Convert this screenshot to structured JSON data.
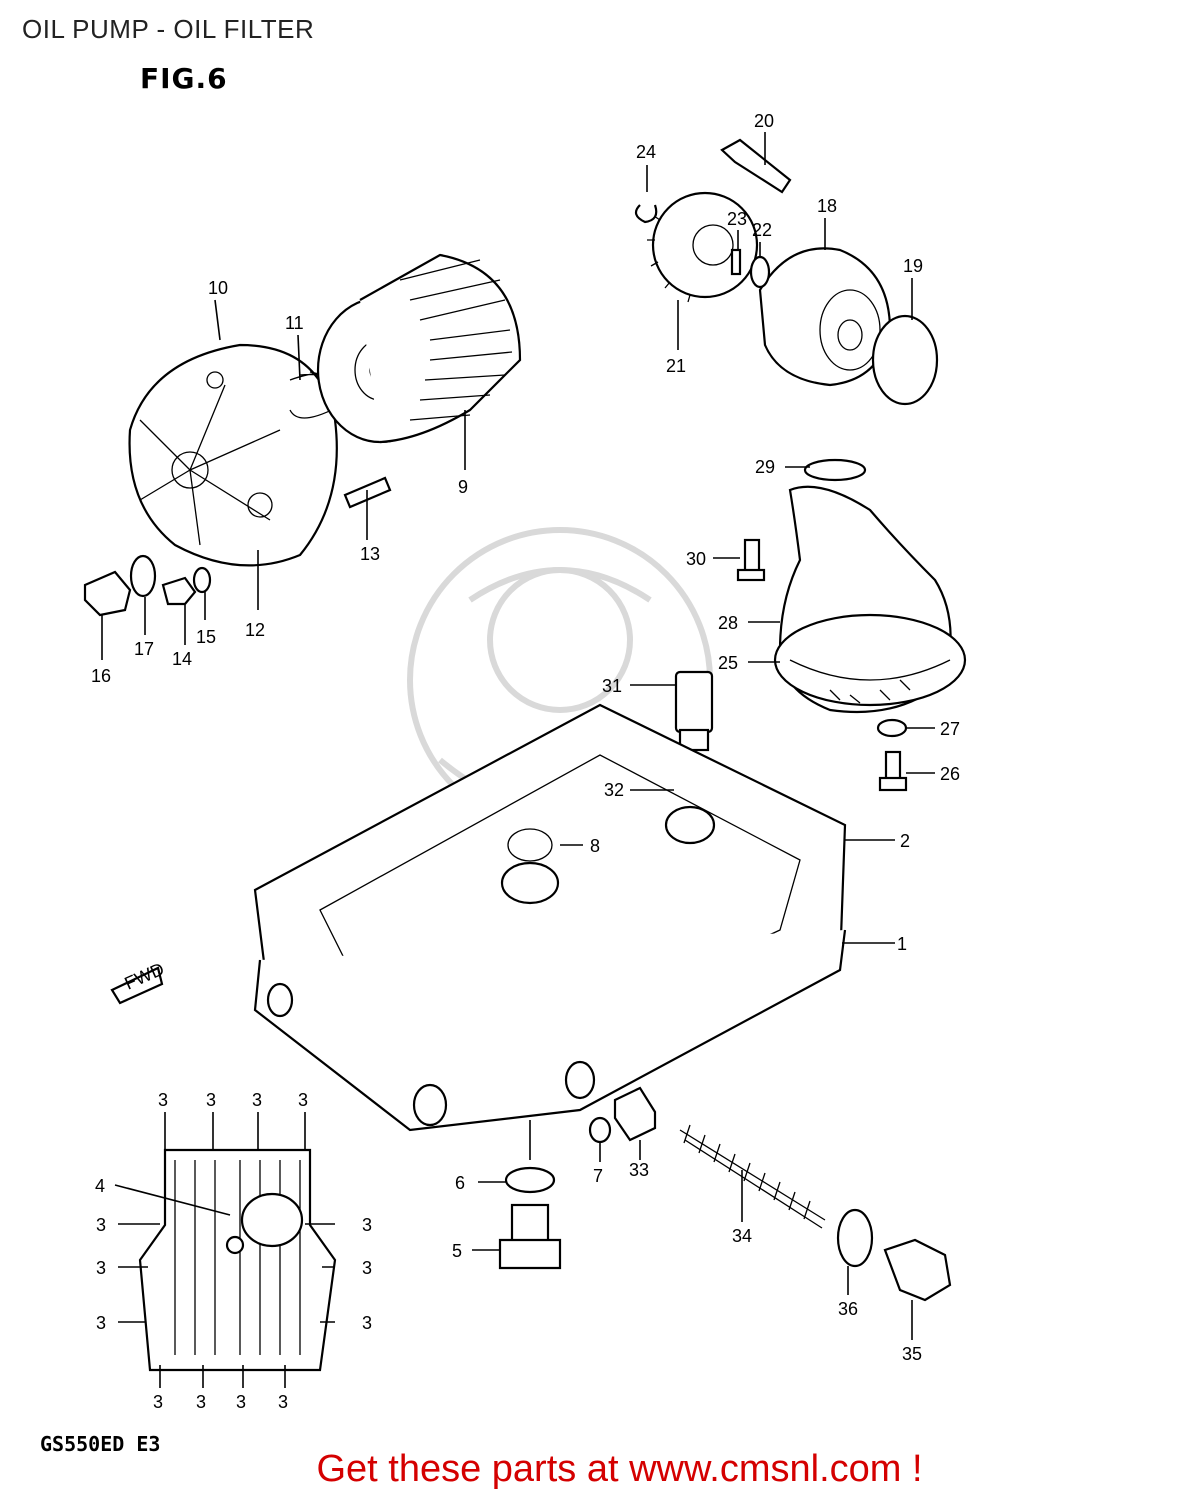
{
  "header": {
    "title": "OIL PUMP - OIL FILTER",
    "figure": "FIG.6"
  },
  "footer": {
    "model": "GS550ED E3",
    "cta": "Get these parts at www.cmsnl.com !"
  },
  "diagram": {
    "direction_label": "FWD",
    "callouts": [
      "1",
      "2",
      "3",
      "4",
      "5",
      "6",
      "7",
      "8",
      "9",
      "10",
      "11",
      "12",
      "13",
      "14",
      "15",
      "16",
      "17",
      "18",
      "19",
      "20",
      "21",
      "22",
      "23",
      "24",
      "25",
      "26",
      "27",
      "28",
      "29",
      "30",
      "31",
      "32",
      "33",
      "34",
      "35",
      "36"
    ]
  }
}
